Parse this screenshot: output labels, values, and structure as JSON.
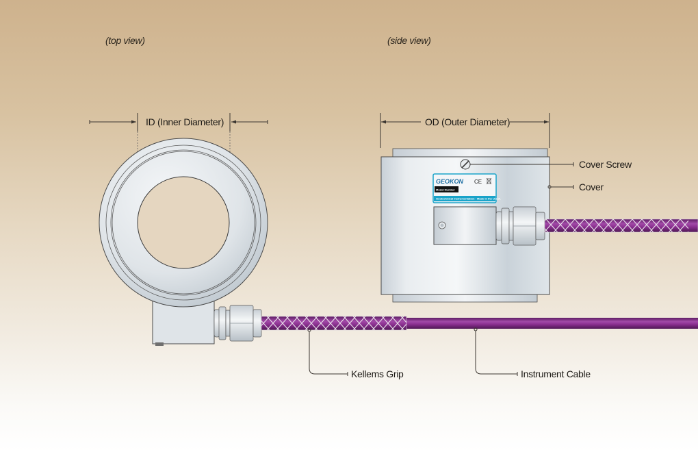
{
  "views": {
    "top": "(top view)",
    "side": "(side view)"
  },
  "dimensions": {
    "inner": "ID (Inner Diameter)",
    "outer": "OD (Outer Diameter)"
  },
  "callouts": {
    "cover_screw": "Cover Screw",
    "cover": "Cover",
    "kellems_grip": "Kellems Grip",
    "instrument_cable": "Instrument Cable"
  },
  "nameplate": {
    "brand": "GEOKON",
    "ce_mark": "CE",
    "model_label": "Model Number",
    "footer": "Geotechnical Instrumentation · Made in the U.S.A."
  },
  "colors": {
    "cable": "#8a2f8f",
    "cable_dark": "#5e1d63",
    "metal": "#dfe4e8",
    "nameplate": "#1aa3c9",
    "line": "#3a3530"
  }
}
